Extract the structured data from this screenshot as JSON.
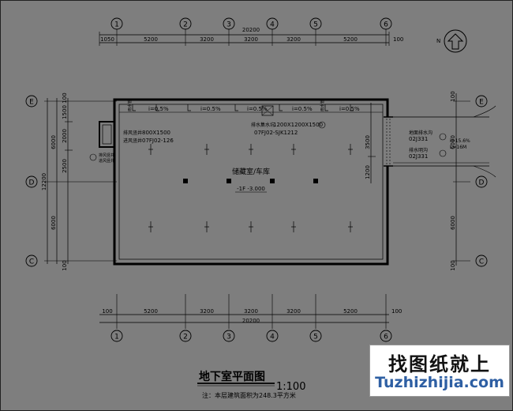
{
  "plan": {
    "axes_top": [
      "1",
      "2",
      "3",
      "4",
      "5",
      "6"
    ],
    "axes_side": [
      "E",
      "D",
      "C"
    ],
    "dims_top": [
      "1050",
      "5200",
      "3200",
      "3200",
      "3200",
      "5200",
      "100"
    ],
    "dims_bottom": [
      "100",
      "5200",
      "3200",
      "3200",
      "3200",
      "5200",
      "100"
    ],
    "overall_length": "20200",
    "dims_left": [
      "100",
      "1500",
      "2000",
      "2500",
      "6000",
      "6000",
      "100"
    ],
    "overall_width": "12200",
    "dims_right_outer": [
      "100",
      "6000",
      "6000",
      "100"
    ],
    "dims_right_inner": [
      "3500",
      "1200"
    ],
    "slopes": [
      "i=0.5%",
      "i=0.5%",
      "i=0.5%",
      "i=0.5%",
      "i=0.5%"
    ],
    "window_size": "800X1500",
    "window_ref": "07FJ02-126",
    "window_label_top": "排风竖井",
    "window_label_bottom": "进风竖井",
    "sump_label": "排水集水坑",
    "sump_size": "1200X1200X1500",
    "sump_ref": "07FJ02-SJK1212",
    "room_name": "储藏室/车库",
    "room_level": "-1F -3.000",
    "drain_label": "雨水管",
    "ramp_label_1": "地面排水沟",
    "ramp_ref_1": "02J331",
    "ramp_label_2": "排水明沟",
    "ramp_ref_2": "02J331",
    "ramp_slope": "i=15.6%",
    "ramp_length": "L=16M",
    "north_label": "N",
    "title": "地下室平面图",
    "scale": "1:100",
    "note": "注：本层建筑面积为248.3平方米"
  },
  "watermark": {
    "cn": "找图纸就上",
    "en": "Tuzhizhijia.com"
  }
}
